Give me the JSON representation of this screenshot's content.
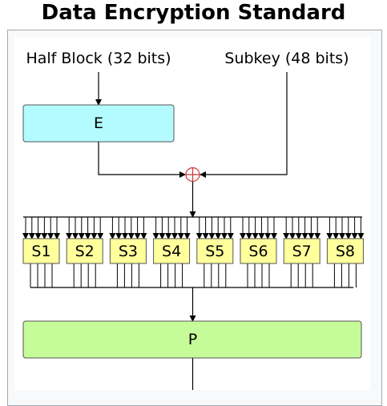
{
  "title": "Data Encryption Standard",
  "diagram": {
    "input_half_block_label": "Half Block (32 bits)",
    "input_subkey_label": "Subkey (48 bits)",
    "expansion_box_label": "E",
    "sboxes": [
      "S1",
      "S2",
      "S3",
      "S4",
      "S5",
      "S6",
      "S7",
      "S8"
    ],
    "permutation_box_label": "P"
  },
  "colors": {
    "frame_border": "#a2a9b1",
    "frame_background": "#f8f9fa",
    "diagram_background": "#ffffff",
    "expansion_fill": "#b4fbff",
    "sbox_fill": "#ffff9c",
    "permutation_fill": "#c6fb9a",
    "xor_symbol": "#d33333",
    "lines": "#000000"
  }
}
